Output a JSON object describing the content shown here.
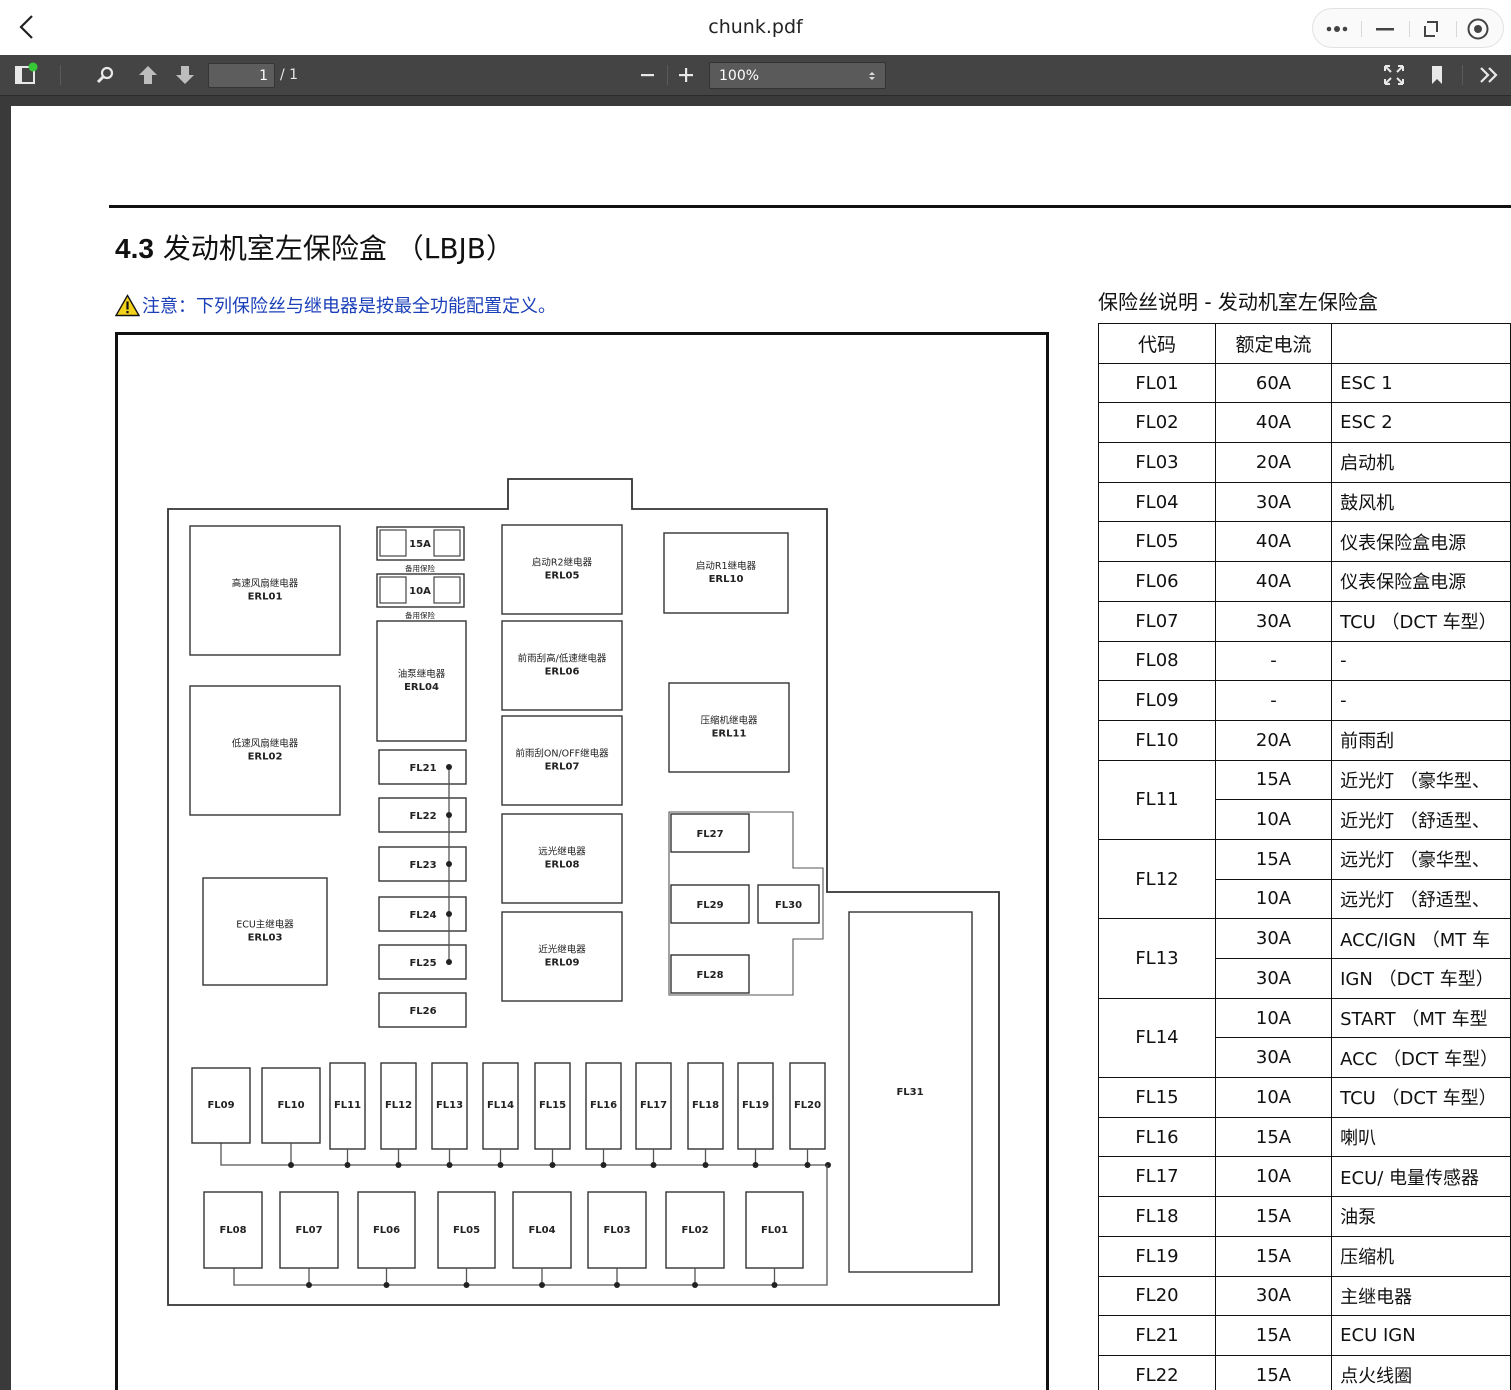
{
  "window": {
    "title": "chunk.pdf"
  },
  "toolbar": {
    "page_current": "1",
    "page_total": "/ 1",
    "zoom": "100%"
  },
  "document": {
    "heading_num": "4.3",
    "heading_text": "发动机室左保险盒 （LBJB）",
    "note": "注意：下列保险丝与继电器是按最全功能配置定义。",
    "table_title": "保险丝说明 - 发动机室左保险盒",
    "table_headers": [
      "代码",
      "额定电流",
      ""
    ]
  },
  "diagram": {
    "relays": [
      {
        "id": "ERL01",
        "label": "高速风扇继电器"
      },
      {
        "id": "ERL02",
        "label": "低速风扇继电器"
      },
      {
        "id": "ERL03",
        "label": "ECU主继电器"
      },
      {
        "id": "ERL04",
        "label": "油泵继电器"
      },
      {
        "id": "ERL05",
        "label": "启动R2继电器"
      },
      {
        "id": "ERL06",
        "label": "前雨刮高/低速继电器"
      },
      {
        "id": "ERL07",
        "label": "前雨刮ON/OFF继电器"
      },
      {
        "id": "ERL08",
        "label": "远光继电器"
      },
      {
        "id": "ERL09",
        "label": "近光继电器"
      },
      {
        "id": "ERL10",
        "label": "启动R1继电器"
      },
      {
        "id": "ERL11",
        "label": "压缩机继电器"
      }
    ],
    "spares": [
      {
        "amp": "15A",
        "label": "备用保险"
      },
      {
        "amp": "10A",
        "label": "备用保险"
      }
    ],
    "column_fuses": [
      "FL21",
      "FL22",
      "FL23",
      "FL24",
      "FL25",
      "FL26"
    ],
    "right_fuses": [
      "FL27",
      "FL29",
      "FL30",
      "FL28"
    ],
    "row1_fuses": [
      "FL09",
      "FL10",
      "FL11",
      "FL12",
      "FL13",
      "FL14",
      "FL15",
      "FL16",
      "FL17",
      "FL18",
      "FL19",
      "FL20"
    ],
    "row2_fuses": [
      "FL08",
      "FL07",
      "FL06",
      "FL05",
      "FL04",
      "FL03",
      "FL02",
      "FL01"
    ],
    "big_fuse": "FL31"
  },
  "fuse_table": [
    {
      "code": "FL01",
      "rows": [
        {
          "amp": "60A",
          "desc": "ESC 1"
        }
      ]
    },
    {
      "code": "FL02",
      "rows": [
        {
          "amp": "40A",
          "desc": "ESC 2"
        }
      ]
    },
    {
      "code": "FL03",
      "rows": [
        {
          "amp": "20A",
          "desc": "启动机"
        }
      ]
    },
    {
      "code": "FL04",
      "rows": [
        {
          "amp": "30A",
          "desc": "鼓风机"
        }
      ]
    },
    {
      "code": "FL05",
      "rows": [
        {
          "amp": "40A",
          "desc": "仪表保险盒电源"
        }
      ]
    },
    {
      "code": "FL06",
      "rows": [
        {
          "amp": "40A",
          "desc": "仪表保险盒电源"
        }
      ]
    },
    {
      "code": "FL07",
      "rows": [
        {
          "amp": "30A",
          "desc": "TCU （DCT 车型）"
        }
      ]
    },
    {
      "code": "FL08",
      "rows": [
        {
          "amp": "-",
          "desc": "-"
        }
      ]
    },
    {
      "code": "FL09",
      "rows": [
        {
          "amp": "-",
          "desc": "-"
        }
      ]
    },
    {
      "code": "FL10",
      "rows": [
        {
          "amp": "20A",
          "desc": "前雨刮"
        }
      ]
    },
    {
      "code": "FL11",
      "rows": [
        {
          "amp": "15A",
          "desc": "近光灯 （豪华型、"
        },
        {
          "amp": "10A",
          "desc": "近光灯 （舒适型、"
        }
      ]
    },
    {
      "code": "FL12",
      "rows": [
        {
          "amp": "15A",
          "desc": "远光灯 （豪华型、"
        },
        {
          "amp": "10A",
          "desc": "远光灯 （舒适型、"
        }
      ]
    },
    {
      "code": "FL13",
      "rows": [
        {
          "amp": "30A",
          "desc": "ACC/IGN （MT 车"
        },
        {
          "amp": "30A",
          "desc": "IGN （DCT 车型）"
        }
      ]
    },
    {
      "code": "FL14",
      "rows": [
        {
          "amp": "10A",
          "desc": "START （MT 车型"
        },
        {
          "amp": "30A",
          "desc": "ACC （DCT 车型）"
        }
      ]
    },
    {
      "code": "FL15",
      "rows": [
        {
          "amp": "10A",
          "desc": "TCU （DCT 车型）"
        }
      ]
    },
    {
      "code": "FL16",
      "rows": [
        {
          "amp": "15A",
          "desc": "喇叭"
        }
      ]
    },
    {
      "code": "FL17",
      "rows": [
        {
          "amp": "10A",
          "desc": "ECU/ 电量传感器"
        }
      ]
    },
    {
      "code": "FL18",
      "rows": [
        {
          "amp": "15A",
          "desc": "油泵"
        }
      ]
    },
    {
      "code": "FL19",
      "rows": [
        {
          "amp": "15A",
          "desc": "压缩机"
        }
      ]
    },
    {
      "code": "FL20",
      "rows": [
        {
          "amp": "30A",
          "desc": "主继电器"
        }
      ]
    },
    {
      "code": "FL21",
      "rows": [
        {
          "amp": "15A",
          "desc": "ECU IGN"
        }
      ]
    },
    {
      "code": "FL22",
      "rows": [
        {
          "amp": "15A",
          "desc": "点火线圈"
        }
      ]
    }
  ]
}
